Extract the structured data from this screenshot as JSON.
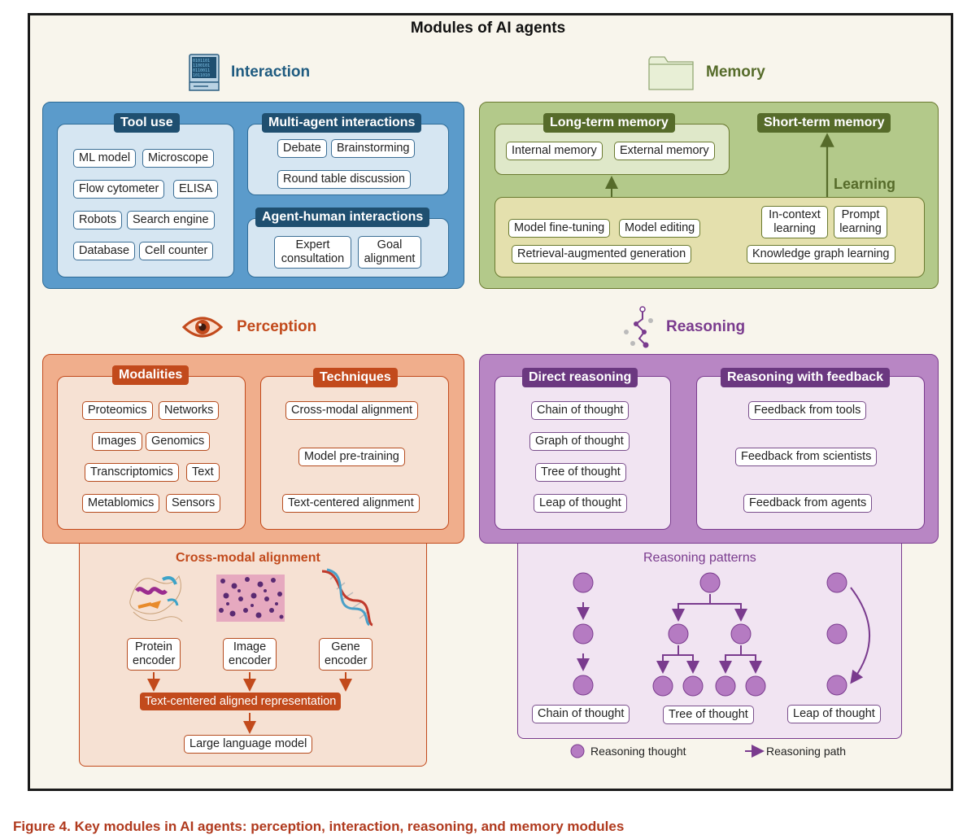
{
  "title": "Modules of AI agents",
  "caption": "Figure 4.  Key modules in AI agents: perception, interaction, reasoning, and memory modules",
  "colors": {
    "interaction": "#1f5b80",
    "memory": "#566b2a",
    "perception": "#c24a1c",
    "reasoning": "#7a3b8e"
  },
  "interaction": {
    "title": "Interaction",
    "icon": "computer-icon",
    "tool_use": {
      "title": "Tool use",
      "items": [
        "ML model",
        "Microscope",
        "Flow cytometer",
        "ELISA",
        "Robots",
        "Search engine",
        "Database",
        "Cell counter"
      ]
    },
    "multi_agent": {
      "title": "Multi-agent interactions",
      "items": [
        "Debate",
        "Brainstorming",
        "Round table discussion"
      ]
    },
    "agent_human": {
      "title": "Agent-human interactions",
      "items": [
        "Expert consultation",
        "Goal alignment"
      ]
    }
  },
  "memory": {
    "title": "Memory",
    "icon": "folder-icon",
    "long_term": {
      "title": "Long-term memory",
      "items": [
        "Internal memory",
        "External memory"
      ]
    },
    "short_term": {
      "title": "Short-term memory"
    },
    "learning": "Learning",
    "methods": [
      "Model fine-tuning",
      "Model editing",
      "Retrieval-augmented generation",
      "In-context learning",
      "Prompt learning",
      "Knowledge graph learning"
    ]
  },
  "perception": {
    "title": "Perception",
    "icon": "eye-icon",
    "modalities": {
      "title": "Modalities",
      "items": [
        "Proteomics",
        "Networks",
        "Images",
        "Genomics",
        "Transcriptomics",
        "Text",
        "Metablomics",
        "Sensors"
      ]
    },
    "techniques": {
      "title": "Techniques",
      "items": [
        "Cross-modal alignment",
        "Model pre-training",
        "Text-centered alignment"
      ]
    },
    "cross_modal": {
      "title": "Cross-modal alignment",
      "encoders": [
        "Protein encoder",
        "Image encoder",
        "Gene encoder"
      ],
      "representation": "Text-centered aligned representation",
      "llm": "Large language model"
    }
  },
  "reasoning": {
    "title": "Reasoning",
    "icon": "reasoning-tree-icon",
    "direct": {
      "title": "Direct reasoning",
      "items": [
        "Chain of thought",
        "Graph of thought",
        "Tree of thought",
        "Leap of thought"
      ]
    },
    "feedback": {
      "title": "Reasoning with feedback",
      "items": [
        "Feedback from tools",
        "Feedback from scientists",
        "Feedback from agents"
      ]
    },
    "patterns": {
      "title": "Reasoning patterns",
      "labels": [
        "Chain of thought",
        "Tree of thought",
        "Leap of thought"
      ]
    },
    "legend": {
      "thought": "Reasoning thought",
      "path": "Reasoning path"
    }
  }
}
